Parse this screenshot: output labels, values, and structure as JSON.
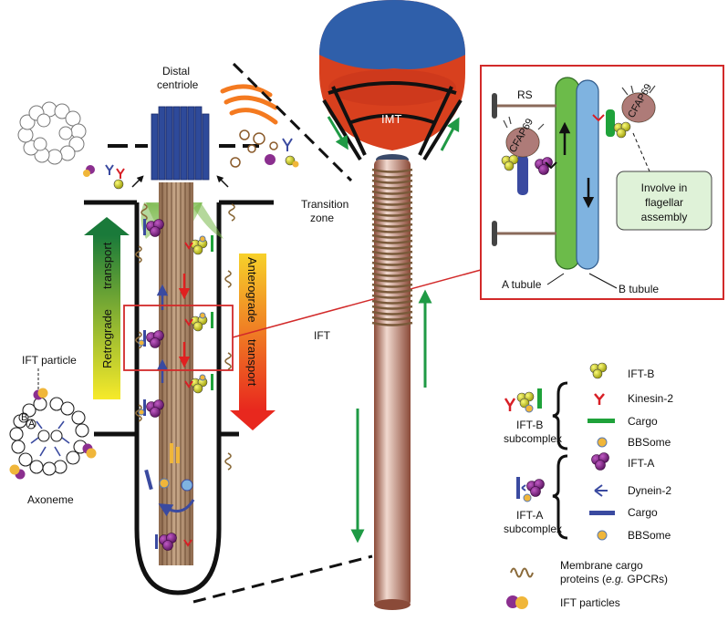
{
  "labels": {
    "distal_centriole_1": "Distal",
    "distal_centriole_2": "centriole",
    "transition_zone_1": "Transition",
    "transition_zone_2": "zone",
    "imt": "IMT",
    "ift": "IFT",
    "ift_particle": "IFT particle",
    "axoneme": "Axoneme",
    "retrograde_1": "Retrograde",
    "retrograde_2": "transport",
    "anterograde_1": "Anterograde",
    "anterograde_2": "transport"
  },
  "inset": {
    "rs": "RS",
    "cfap69_left": "CFAP69",
    "cfap69_right": "CFAP69",
    "a_tubule": "A tubule",
    "b_tubule": "B tubule",
    "note_1": "Involve in",
    "note_2": "flagellar",
    "note_3": "assembly"
  },
  "legend": {
    "ift_b": {
      "title_1": "IFT-B",
      "title_2": "subcomplex",
      "items": [
        "IFT-B",
        "Kinesin-2",
        "Cargo",
        "BBSome"
      ]
    },
    "ift_a": {
      "title_1": "IFT-A",
      "title_2": "subcomplex",
      "items": [
        "IFT-A",
        "Dynein-2",
        "Cargo",
        "BBSome"
      ]
    },
    "membrane_1": "Membrane cargo",
    "membrane_2_pre": "proteins (",
    "membrane_2_em": "e.g.",
    "membrane_2_post": " GPCRs)",
    "ift_particles": "IFT particles"
  },
  "colors": {
    "ift_b_yellow": "#d7d60b",
    "ift_a_purple": "#8b2f8f",
    "kinesin_red": "#d81f26",
    "dynein_blue": "#3a4aa0",
    "cargo_green": "#1fa23a",
    "bbsome_orange": "#f0b63a",
    "transport_arrow_green": "#1f9a45",
    "inset_border": "#d22a2a",
    "a_tubule_green": "#6cbb4a",
    "b_tubule_blue": "#7fb3e0"
  }
}
